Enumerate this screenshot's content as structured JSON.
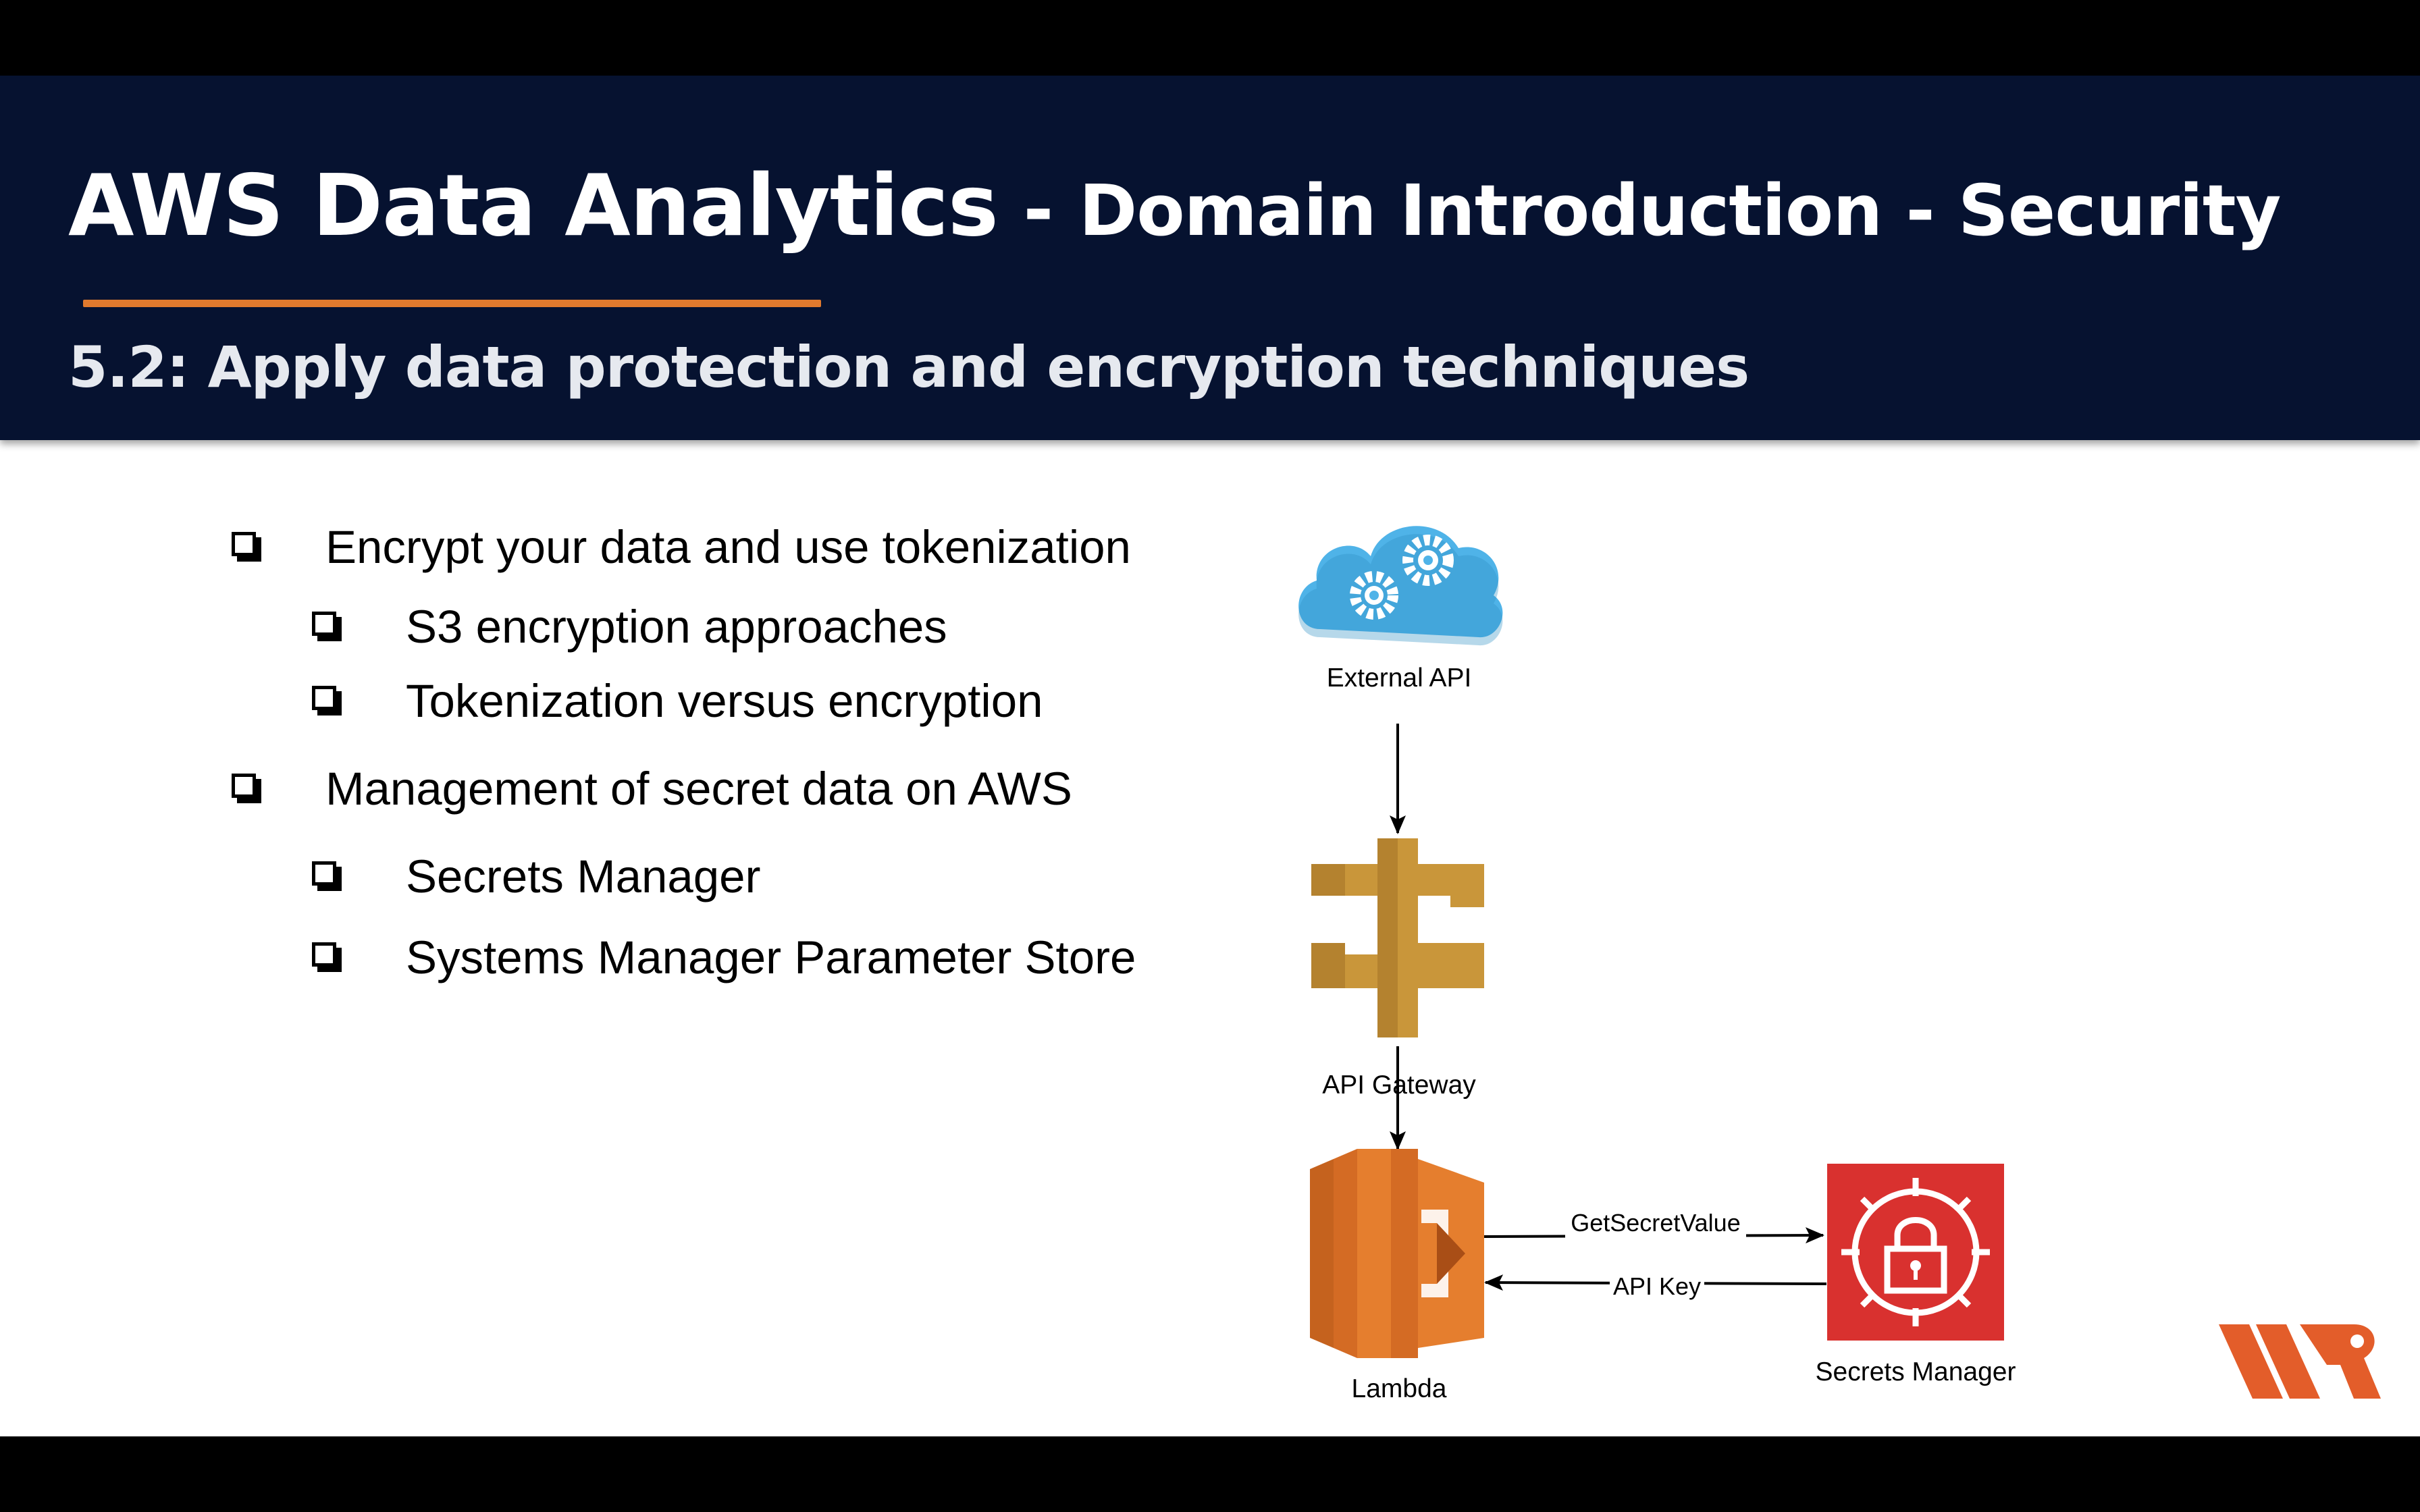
{
  "header": {
    "title_main": "AWS Data Analytics",
    "title_separator": " - ",
    "title_sub": "Domain Introduction - Security",
    "subtitle": "5.2: Apply data protection and encryption techniques"
  },
  "bullets": [
    {
      "level": 1,
      "text": "Encrypt your data and use tokenization"
    },
    {
      "level": 2,
      "text": "S3 encryption approaches"
    },
    {
      "level": 2,
      "text": "Tokenization  versus encryption"
    },
    {
      "level": 1,
      "text": "Management of secret data on AWS"
    },
    {
      "level": 2,
      "text": "Secrets Manager"
    },
    {
      "level": 2,
      "text": "Systems Manager Parameter Store"
    }
  ],
  "diagram": {
    "nodes": {
      "external_api": {
        "label": "External API",
        "icon": "cloud-gears-icon"
      },
      "api_gateway": {
        "label": "API Gateway",
        "icon": "api-gateway-icon"
      },
      "lambda": {
        "label": "Lambda",
        "icon": "lambda-icon"
      },
      "secrets_manager": {
        "label": "Secrets Manager",
        "icon": "secrets-manager-icon"
      }
    },
    "edges": {
      "external_to_gateway": {
        "label": ""
      },
      "gateway_to_lambda": {
        "label": ""
      },
      "lambda_to_secrets": {
        "label": "GetSecretValue"
      },
      "secrets_to_lambda": {
        "label": "API Key"
      }
    }
  },
  "colors": {
    "header_bg": "#061230",
    "accent": "#e07a2e",
    "cloud": "#4fb3e8",
    "api_gateway": "#c9963a",
    "lambda": "#e57e2e",
    "secrets_manager": "#d9312f"
  },
  "logo": {
    "icon": "brand-logo-icon"
  }
}
